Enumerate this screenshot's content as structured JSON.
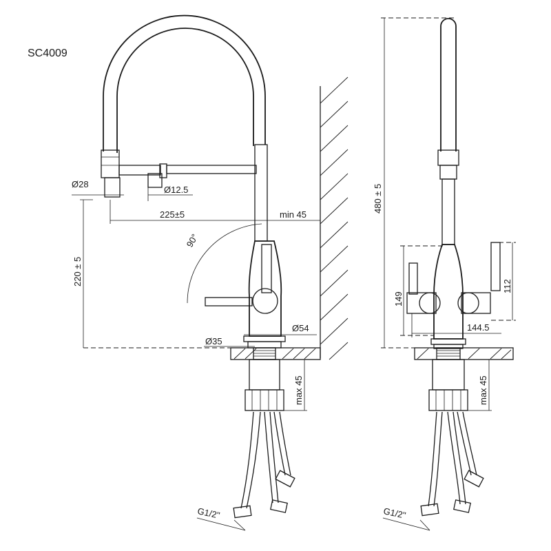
{
  "model": "SC4009",
  "dimensions": {
    "d28": "Ø28",
    "d12_5": "Ø12.5",
    "reach": "225±5",
    "min45": "min 45",
    "angle": "90°",
    "height_spout": "220 ± 5",
    "d54": "Ø54",
    "d35": "Ø35",
    "max45_left": "max 45",
    "max45_right": "max 45",
    "thread_left": "G1/2\"",
    "thread_right": "G1/2\"",
    "total_height": "480 ± 5",
    "d149": "149",
    "d112": "112",
    "d144_5": "144.5"
  }
}
